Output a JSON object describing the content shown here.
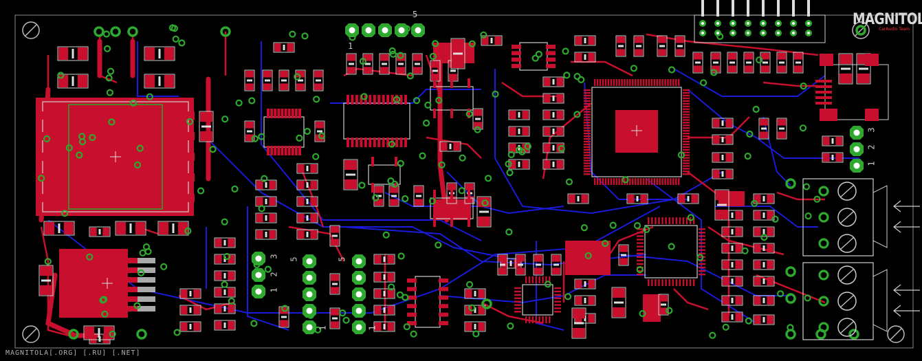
{
  "board": {
    "footer": "MAGNITOLA[.ORG] [.RU] [.NET]",
    "logo": "MAGNITOLA",
    "logo_sub": "CarAudio Team",
    "labels": {
      "header_top_pin5": "5",
      "header_top_pin1": "1",
      "header_left_pin3": "3",
      "header_left_pin2": "2",
      "header_left_pin1": "1",
      "header_mid1_pin5": "5",
      "header_mid1_pin1": "1",
      "header_mid2_pin5": "5",
      "header_mid2_pin1": "1",
      "header_right_pin3": "3",
      "header_right_pin2": "2",
      "header_right_pin1": "1"
    }
  },
  "colors": {
    "background": "#000000",
    "top_copper": "#c8102e",
    "bottom_copper": "#1a1ad8",
    "pad": "#2fa82f",
    "silk": "#cfcfcf",
    "outline": "#9a9a9a",
    "keepout": "#22aa22"
  }
}
